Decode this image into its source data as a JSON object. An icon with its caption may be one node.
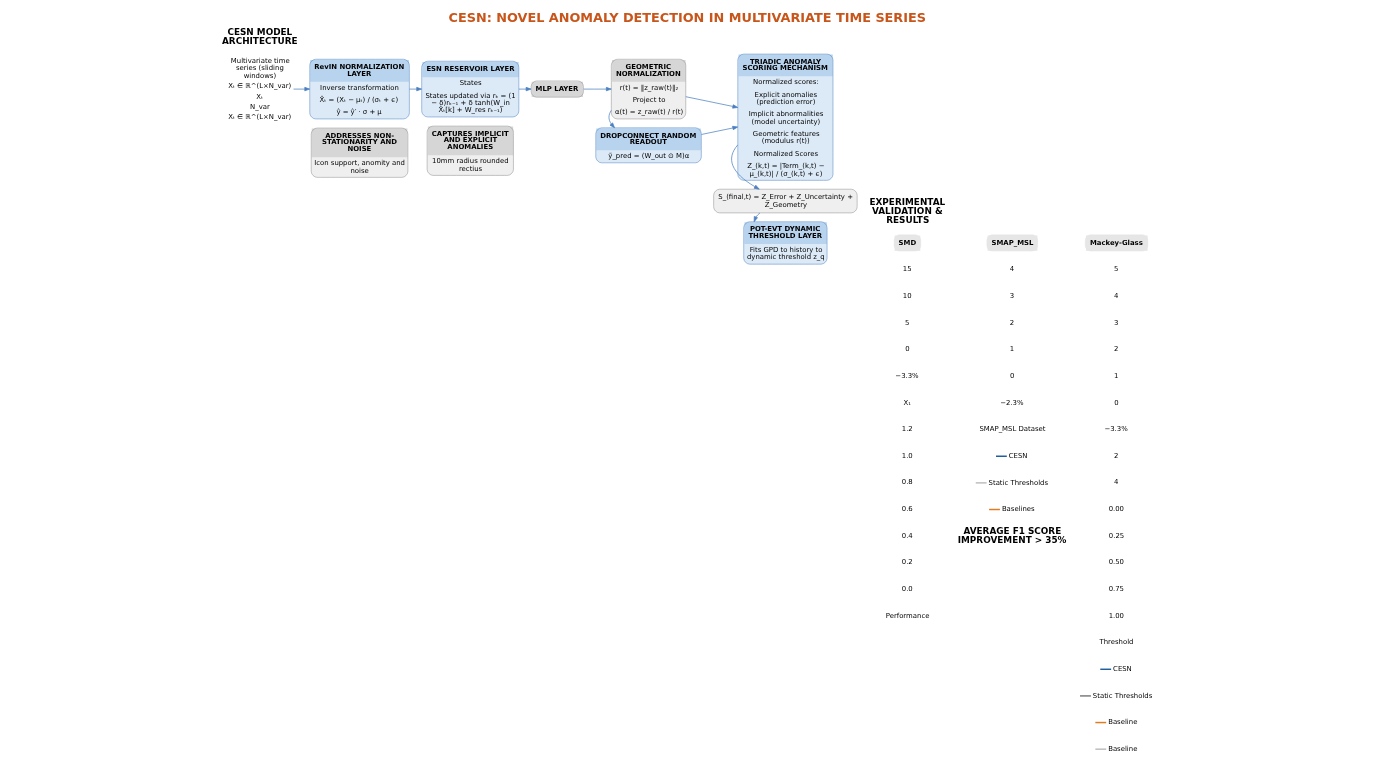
{
  "diagram": {
    "title": "CESN: NOVEL ANOMALY DETECTION IN MULTIVARIATE TIME SERIES",
    "nodes": [
      {
        "text": [
          "Multivariate time series (sliding windows)",
          "Xₜ ∈ ℝ^(L×N_var)"
        ],
        "beside": [
          "Xₜ",
          "N_var",
          "Xₜ ∈ ℝ^(L×N_var)"
        ]
      },
      {
        "text": [
          "RevIN NORMALIZATION LAYER",
          "Inverse transformation",
          "X̂ₜ = (Xₜ − μₜ) / (σₜ + ϵ)",
          "ŷ = ŷ′ · σ + μ"
        ]
      },
      {
        "text": [
          "ESN RESERVOIR LAYER",
          "States",
          "States updated via rₖ = (1 − δ)rₖ₋₁ + δ tanh(W_in X̂ₜ[k] + W_res rₖ₋₁)"
        ]
      },
      {
        "text": [
          "MLP LAYER"
        ]
      },
      {
        "text": [
          "GEOMETRIC NORMALIZATION",
          "r(t) = ‖z_raw(t)‖₂",
          "Project to",
          "α(t) = z_raw(t) / r(t)"
        ]
      },
      {
        "text": [
          "DROPCONNECT RANDOM READOUT",
          "ỹ_pred = (W_out ⊙ M)α"
        ]
      },
      {
        "text": [
          "TRIADIC ANOMALY SCORING MECHANISM",
          "Normalized scores:",
          "Explicit anomalies (prediction error)",
          "Implicit abnormalities (model uncertainty)",
          "Geometric features (modulus r(t))",
          "Normalized Scores",
          "Z_(k,t) = |Term_(k,t) − μ_(k,t)| / (σ_(k,t) + ϵ)"
        ]
      },
      {
        "text": [
          "S_(final,t) = Z_Error + Z_Uncertainty + Z_Geometry"
        ]
      },
      {
        "text": [
          "POT-EVT DYNAMIC THRESHOLD LAYER",
          "Fits GPD to history to dynamic threshold z_q"
        ]
      },
      {
        "text": [
          "ADDRESSES NON-STATIONARITY AND NOISE",
          "Icon support, anomity and noise"
        ]
      },
      {
        "text": [
          "CAPTURES IMPLICIT AND EXPLICIT ANOMALIES",
          "10mm radius rounded rectius"
        ]
      },
      {
        "text": [
          "SMD"
        ]
      },
      {
        "text": [
          "SMAP_MSL"
        ]
      },
      {
        "text": [
          "Mackey-Glass"
        ]
      }
    ],
    "edges": [
      {
        "from": 0,
        "to": 1,
        "arrow": "to"
      },
      {
        "from": 1,
        "to": 2,
        "arrow": "to"
      },
      {
        "from": 2,
        "to": 3,
        "arrow": "to"
      },
      {
        "from": 3,
        "to": 4,
        "arrow": "to"
      },
      {
        "from": 4,
        "to": 6,
        "arrow": "to"
      },
      {
        "from": 4,
        "to": 5,
        "arrow": "to"
      },
      {
        "from": 5,
        "to": 6,
        "arrow": "to"
      },
      {
        "from": 6,
        "to": 7,
        "arrow": "to"
      },
      {
        "from": 7,
        "to": 8,
        "arrow": "to"
      }
    ],
    "labels": [
      "CESN MODEL ARCHITECTURE",
      "EXPERIMENTAL VALIDATION & RESULTS",
      "15",
      "10",
      "5",
      "0",
      "−3.3%",
      "X₁",
      "4",
      "3",
      "2",
      "1",
      "0",
      "−2.3%",
      "SMAP_MSL Dataset",
      "5",
      "4",
      "3",
      "2",
      "1",
      "0",
      "−3.3%",
      "2",
      "4",
      "1.2",
      "1.0",
      "0.8",
      "0.6",
      "0.4",
      "0.2",
      "0.0",
      "Performance",
      "AVERAGE F1 SCORE IMPROVEMENT > 35%",
      "0.00",
      "0.25",
      "0.50",
      "0.75",
      "1.00",
      "Threshold"
    ],
    "legend": [
      {
        "text": "CESN"
      },
      {
        "text": "Static Thresholds"
      },
      {
        "text": "Baselines"
      },
      {
        "text": "CESN"
      },
      {
        "text": "Static Thresholds"
      },
      {
        "text": "Baseline"
      },
      {
        "text": "Baseline"
      }
    ]
  }
}
